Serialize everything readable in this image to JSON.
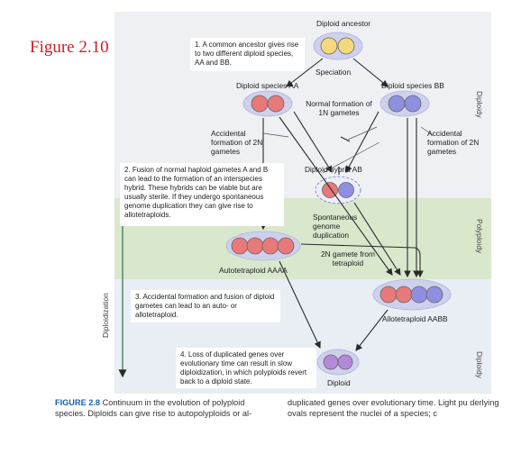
{
  "figure_label": "Figure 2.10",
  "nodes": {
    "ancestor": "Diploid ancestor",
    "speciation": "Speciation",
    "species_aa": "Diploid species AA",
    "species_bb": "Diploid species BB",
    "normal_1n": "Normal formation of 1N gametes",
    "accidental_2n_left": "Accidental formation of 2N gametes",
    "accidental_2n_right": "Accidental formation of 2N gametes",
    "hybrid_ab": "Diploid hybrid AB",
    "spontaneous": "Spontaneous genome duplication",
    "gamete_2n": "2N gamete from tetraploid",
    "auto": "Autotetraploid AAAA",
    "allo": "Allotetraploid AABB",
    "diploid_final": "Diploid"
  },
  "callouts": {
    "c1": "1. A common ancestor gives rise to two different diploid species, AA and BB.",
    "c2": "2. Fusion of normal haploid gametes A and B can lead to the formation of an interspecies hybrid. These hybrids can be viable but are usually sterile. If they undergo spontaneous genome duplication they can give rise to allotetraploids.",
    "c3": "3. Accidental formation and fusion of diploid gametes can lead to an auto- or allotetraploid.",
    "c4": "4. Loss of duplicated genes over evolutionary time can result in slow diploidization, in which polyploids revert back to a diploid state."
  },
  "side_labels": {
    "diploidy_top": "Diploidy",
    "polyploidy": "Polyploidy",
    "diploidy_bottom": "Diploidy",
    "diploidization": "Diploidization"
  },
  "caption": {
    "fig_num": "FIGURE 2.8",
    "left_text": "Continuum in the evolution of polyploid species. Diploids can give rise to autopolyploids or al-",
    "right_text": "duplicated genes over evolutionary time. Light pu derlying ovals represent the nuclei of a species; c"
  },
  "colors": {
    "yellow": "#f1d97c",
    "red": "#e8797a",
    "blue": "#8f8fe0",
    "purple": "#b48ad8",
    "oval": "#cfd0ec",
    "arrow": "#2a2a2a",
    "figure_label": "#c8202a"
  }
}
